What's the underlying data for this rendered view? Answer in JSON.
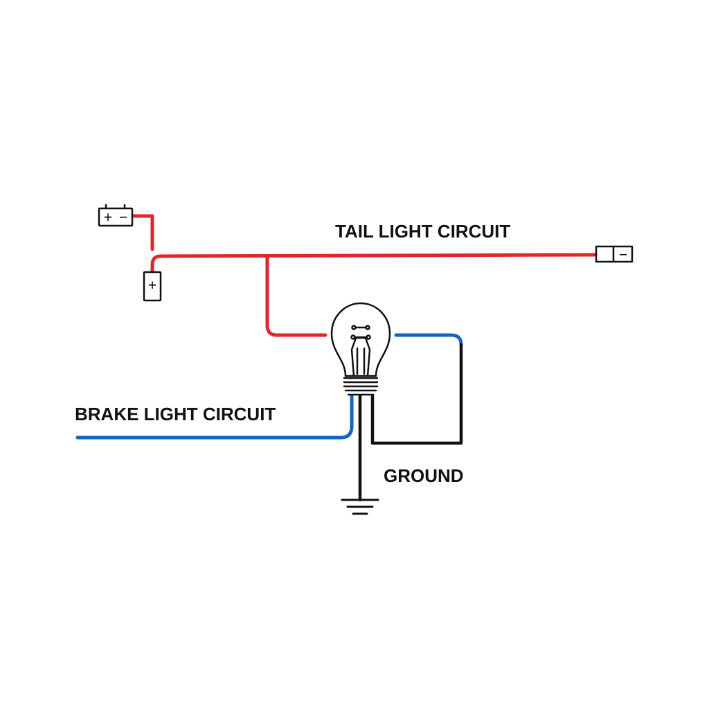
{
  "labels": {
    "tail_light_circuit": "TAIL LIGHT CIRCUIT",
    "brake_light_circuit": "BRAKE LIGHT CIRCUIT",
    "ground": "GROUND"
  },
  "symbols": {
    "battery_plus": "+",
    "battery_minus": "−",
    "fuse_plus": "+",
    "connector_minus": "−"
  },
  "colors": {
    "tail_wire": "#e0252b",
    "brake_wire": "#1565c0",
    "ground_wire": "#111111"
  },
  "icons": [
    "battery-icon",
    "fuse-icon",
    "connector-icon",
    "bulb-icon",
    "ground-symbol-icon"
  ]
}
